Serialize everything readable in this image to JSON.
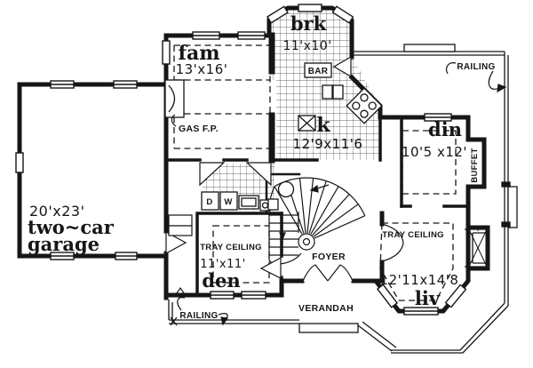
{
  "plan": {
    "colors": {
      "ink": "#161616",
      "paper": "#ffffff"
    },
    "rooms": {
      "garage": {
        "dim": "20'x23'",
        "name1": "two~car",
        "name2": "garage"
      },
      "fam": {
        "name": "fam",
        "dim": "13'x16'"
      },
      "brk": {
        "name": "brk",
        "dim": "11'x10'"
      },
      "kitchen": {
        "name": "k",
        "dim": "12'9x11'6"
      },
      "din": {
        "name": "din",
        "dim": "10'5 x12'"
      },
      "den": {
        "name": "den",
        "dim": "11'x11'",
        "ceiling": "TRAY CEILING"
      },
      "liv": {
        "name": "liv",
        "dim": "12'11x14'8",
        "ceiling": "TRAY CEILING"
      },
      "foyer": {
        "name": "FOYER"
      }
    },
    "labels": {
      "bar": "BAR",
      "gas_fireplace": "GAS F.P.",
      "buffet": "BUFFET",
      "verandah": "VERANDAH",
      "railing_top": "RAILING",
      "railing_bottom": "RAILING",
      "dryer": "D",
      "washer": "W"
    }
  }
}
